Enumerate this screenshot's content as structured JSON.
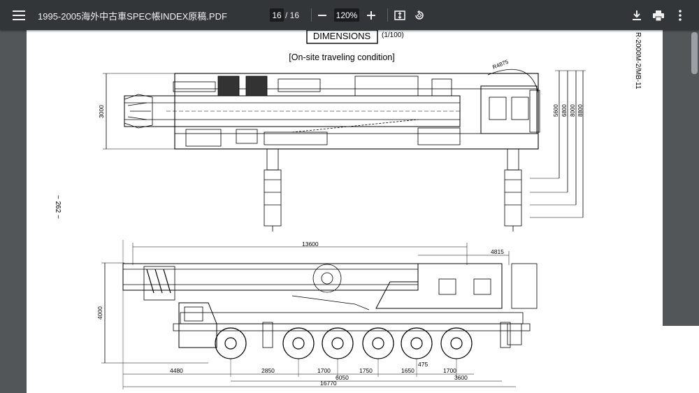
{
  "toolbar": {
    "menu_icon": "hamburger-menu-icon",
    "file_title": "1995-2005海外中古車SPEC帳INDEX原稿.PDF",
    "current_page": "16",
    "page_separator": "/  16",
    "zoom_level": "120%",
    "icons": [
      "zoom-out-icon",
      "zoom-in-icon",
      "fit-to-page-icon",
      "rotate-icon",
      "download-icon",
      "print-icon",
      "more-vert-icon"
    ]
  },
  "document": {
    "heading": "DIMENSIONS",
    "scale": "(1/100)",
    "subtitle": "[On-site traveling condition]",
    "side_label": "R-2000M-2/MB-11",
    "page_number": "− 262 −",
    "top_view": {
      "width_dim": "3000",
      "radius": "R4875",
      "outrigger_spans": [
        "5600",
        "6800",
        "8000",
        "8800"
      ]
    },
    "side_view": {
      "height_dim": "4000",
      "boom_length": "13600",
      "rear_overhang": "4815",
      "front_overhang": "4480",
      "axle_spacings": [
        "2850",
        "1700",
        "1750",
        "1650",
        "1700"
      ],
      "axle_offset": "475",
      "wheelbase": "6050",
      "rear_span": "3600",
      "overall_length": "16770"
    }
  }
}
